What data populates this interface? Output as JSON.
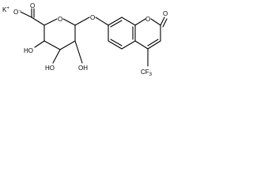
{
  "molecule": {
    "counterion": "K",
    "counterion_charge": "+",
    "labels": {
      "carbonyl_oxygen": "O",
      "carboxylate_oxygen": "O",
      "carboxylate_anion": "O",
      "anion_charge": "−",
      "ring_oxygen_sugar": "O",
      "glycosidic_oxygen": "O",
      "ring_oxygen_lactone": "O",
      "lactone_carbonyl_oxygen": "O",
      "hydroxyl_2": "HO",
      "hydroxyl_3": "OH",
      "hydroxyl_4": "HO",
      "trifluoromethyl": "CF",
      "trifluoromethyl_subscript": "3"
    }
  }
}
